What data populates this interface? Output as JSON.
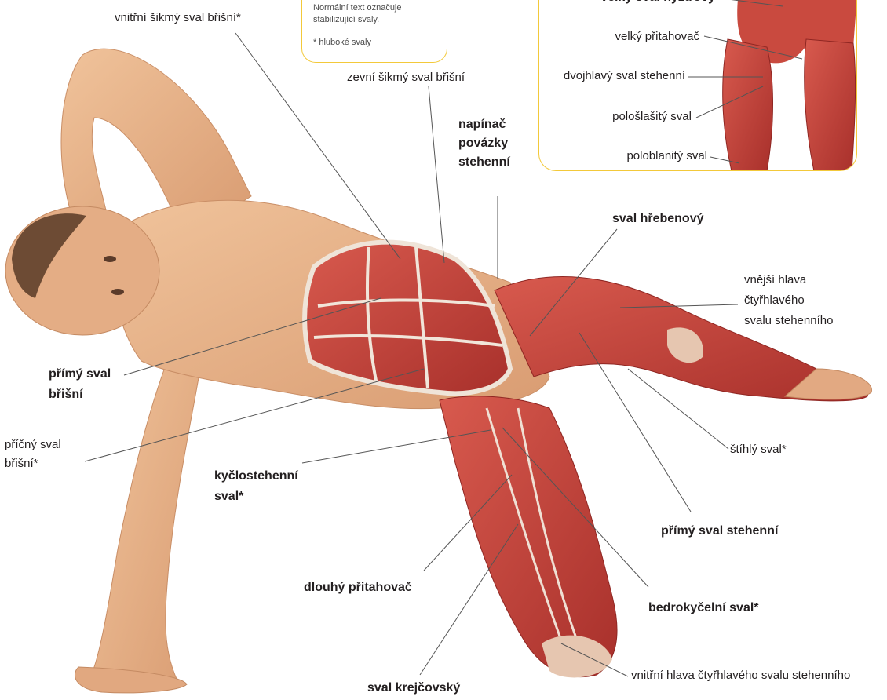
{
  "note": {
    "line1": "Normální text označuje",
    "line2": "stabilizující svaly.",
    "footnote": "* hluboké svaly"
  },
  "inset_labels": {
    "gluteus": "velký sval hýžďový",
    "adductor_magnus": "velký přitahovač",
    "biceps_femoris": "dvojhlavý sval stehenní",
    "semitendinosus": "pološlašitý sval",
    "semimembranosus": "poloblanitý sval"
  },
  "labels": {
    "internal_oblique": "vnitřní šikmý sval břišní*",
    "external_oblique": "zevní šikmý sval břišní",
    "tfl": [
      "napínač",
      "povázky",
      "stehenní"
    ],
    "pectineus": "sval hřebenový",
    "vastus_lateralis": [
      "vnější hlava",
      "čtyřhlavého",
      "svalu stehenního"
    ],
    "rectus_abdominis": [
      "přímý sval",
      "břišní"
    ],
    "transversus": [
      "příčný sval",
      "břišní*"
    ],
    "iliopsoas": [
      "kyčlostehenní",
      "sval*"
    ],
    "gracilis": "štíhlý sval*",
    "rectus_femoris": "přímý sval stehenní",
    "adductor_longus": "dlouhý přitahovač",
    "obturator": "bedrokyčelní sval*",
    "sartorius": "sval krejčovský",
    "vastus_medialis": "vnitřní hlava čtyřhlavého svalu stehenního"
  },
  "colors": {
    "accent_border": "#f3c93a",
    "skin": "#e8b48c",
    "muscle": "#c8423a",
    "muscle_dark": "#9e2a26",
    "tendon": "#f3ece4",
    "leader_line": "#555555"
  }
}
